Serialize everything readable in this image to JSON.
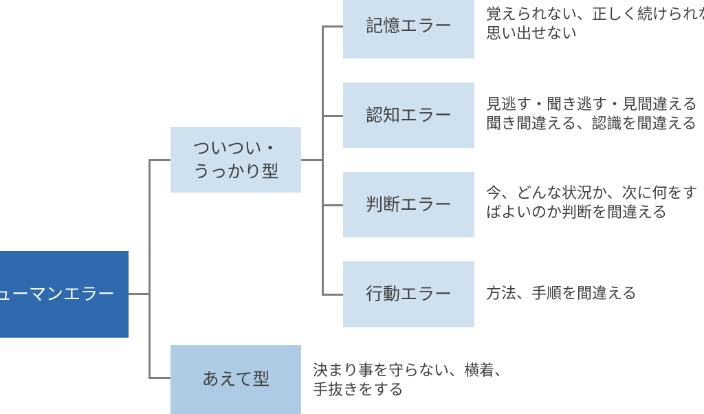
{
  "root": {
    "label": "ヒューマンエラー"
  },
  "branches": [
    {
      "label_lines": [
        "ついつい・",
        "うっかり型"
      ],
      "children": [
        {
          "label": "記憶エラー",
          "desc": [
            "覚えられない、正しく続けられな",
            "思い出せない"
          ]
        },
        {
          "label": "認知エラー",
          "desc": [
            "見逃す・聞き逃す・見間違える",
            "聞き間違える、認識を間違える"
          ]
        },
        {
          "label": "判断エラー",
          "desc": [
            "今、どんな状況か、次に何をす",
            "ばよいのか判断を間違える"
          ]
        },
        {
          "label": "行動エラー",
          "desc": [
            "方法、手順を間違える"
          ]
        }
      ]
    },
    {
      "label_lines": [
        "あえて型"
      ],
      "desc": [
        "決まり事を守らない、横着、",
        "手抜きをする"
      ]
    }
  ],
  "colors": {
    "root": "#2e6aad",
    "level1": "#cfe0ee",
    "level1b": "#adcbe4",
    "connector": "#7f7f7f"
  }
}
